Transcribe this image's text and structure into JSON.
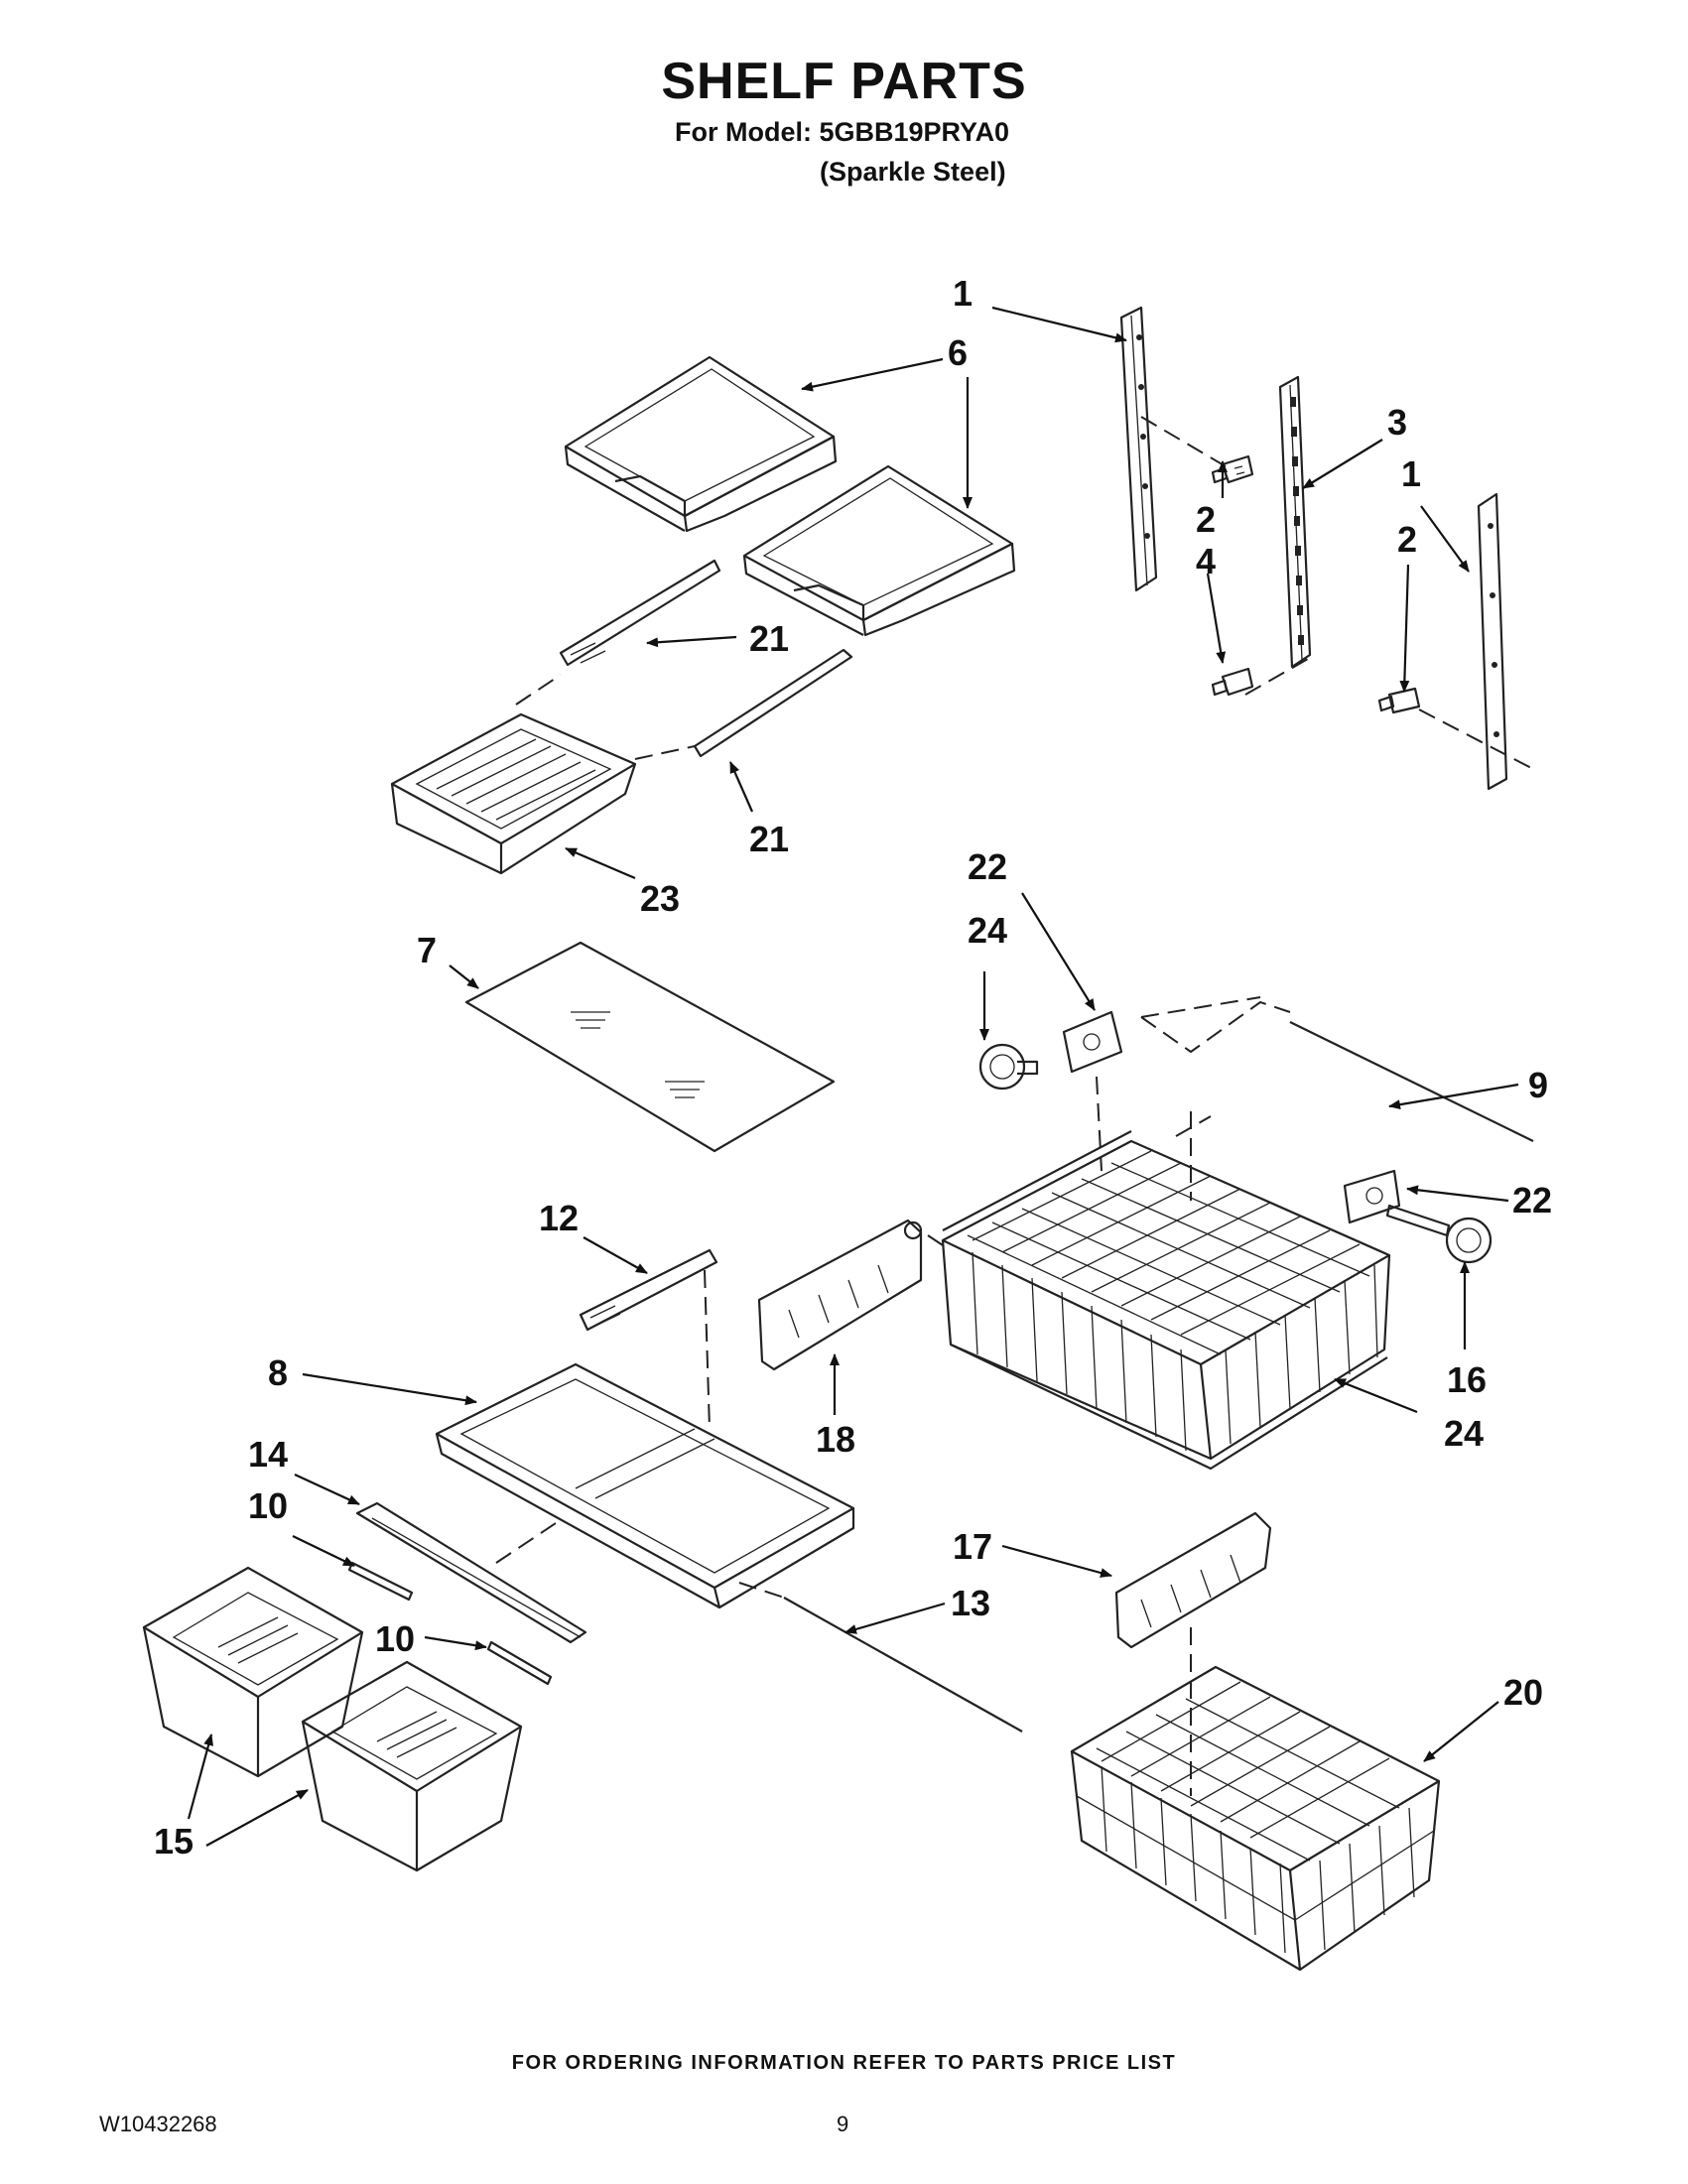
{
  "header": {
    "title": "SHELF PARTS",
    "model_line": "For Model: 5GBB19PRYA0",
    "finish_line": "(Sparkle Steel)"
  },
  "footer": {
    "ordering_note": "FOR ORDERING INFORMATION REFER TO PARTS PRICE LIST",
    "doc_number": "W10432268",
    "page_number": "9"
  },
  "callouts": [
    "1",
    "6",
    "3",
    "1",
    "2",
    "4",
    "2",
    "21",
    "21",
    "23",
    "22",
    "24",
    "7",
    "9",
    "12",
    "22",
    "8",
    "18",
    "16",
    "24",
    "14",
    "10",
    "17",
    "13",
    "10",
    "20",
    "15"
  ]
}
